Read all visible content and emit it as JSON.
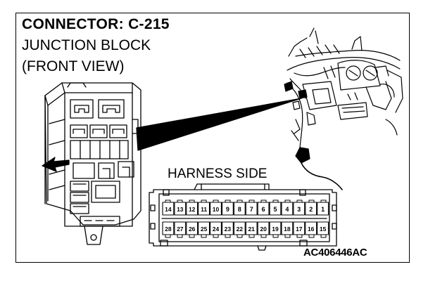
{
  "header": {
    "title": "CONNECTOR: C-215",
    "subtitle_line1": "JUNCTION BLOCK",
    "subtitle_line2": "(FRONT VIEW)"
  },
  "connector": {
    "label": "HARNESS SIDE",
    "row_top": [
      "14",
      "13",
      "12",
      "11",
      "10",
      "9",
      "8",
      "7",
      "6",
      "5",
      "4",
      "3",
      "2",
      "1"
    ],
    "row_bottom": [
      "28",
      "27",
      "26",
      "25",
      "24",
      "23",
      "22",
      "21",
      "20",
      "19",
      "18",
      "17",
      "16",
      "15"
    ]
  },
  "figure_code": "AC406446AC",
  "colors": {
    "line": "#000000",
    "background": "#ffffff"
  }
}
